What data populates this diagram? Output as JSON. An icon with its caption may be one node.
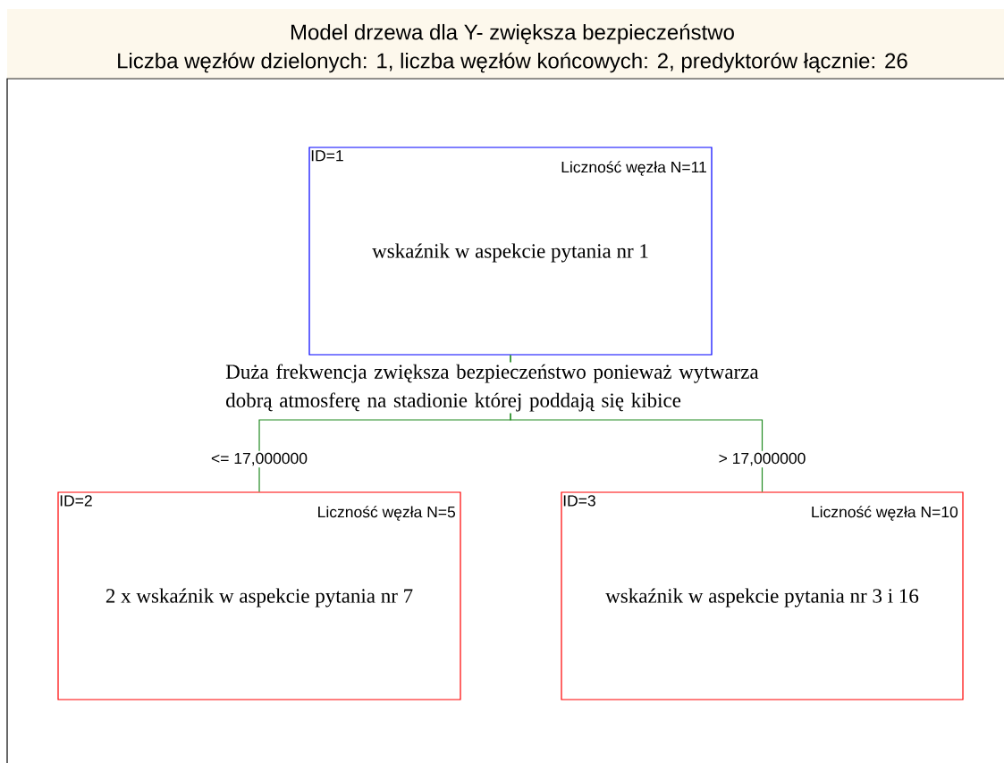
{
  "diagram": {
    "title": "Model drzewa dla Y- zwiększa bezpieczeństwo",
    "nodes": [
      {
        "text": [
          "ID=1",
          "Liczność węzła N=11",
          "wskaźnik w aspekcie pytania nr 1"
        ],
        "beside": [
          "Duża frekwencja zwiększa bezpieczeństwo ponieważ wytwarza dobrą atmosferę na stadionie której poddają się kibice"
        ]
      },
      {
        "text": [
          "ID=2",
          "Liczność węzła N=5",
          "2 x wskaźnik w aspekcie pytania nr 7"
        ]
      },
      {
        "text": [
          "ID=3",
          "Liczność węzła N=10",
          "wskaźnik w aspekcie pytania nr 3 i 16"
        ]
      }
    ],
    "edges": [
      {
        "from": 0,
        "to": 1,
        "arrow": "none",
        "label": "<= 17,000000"
      },
      {
        "from": 0,
        "to": 2,
        "arrow": "none",
        "label": "> 17,000000"
      }
    ],
    "labels": [
      "Liczba węzłów dzielonych: 1, liczba węzłów końcowych: 2, predyktorów łącznie: 26"
    ]
  }
}
